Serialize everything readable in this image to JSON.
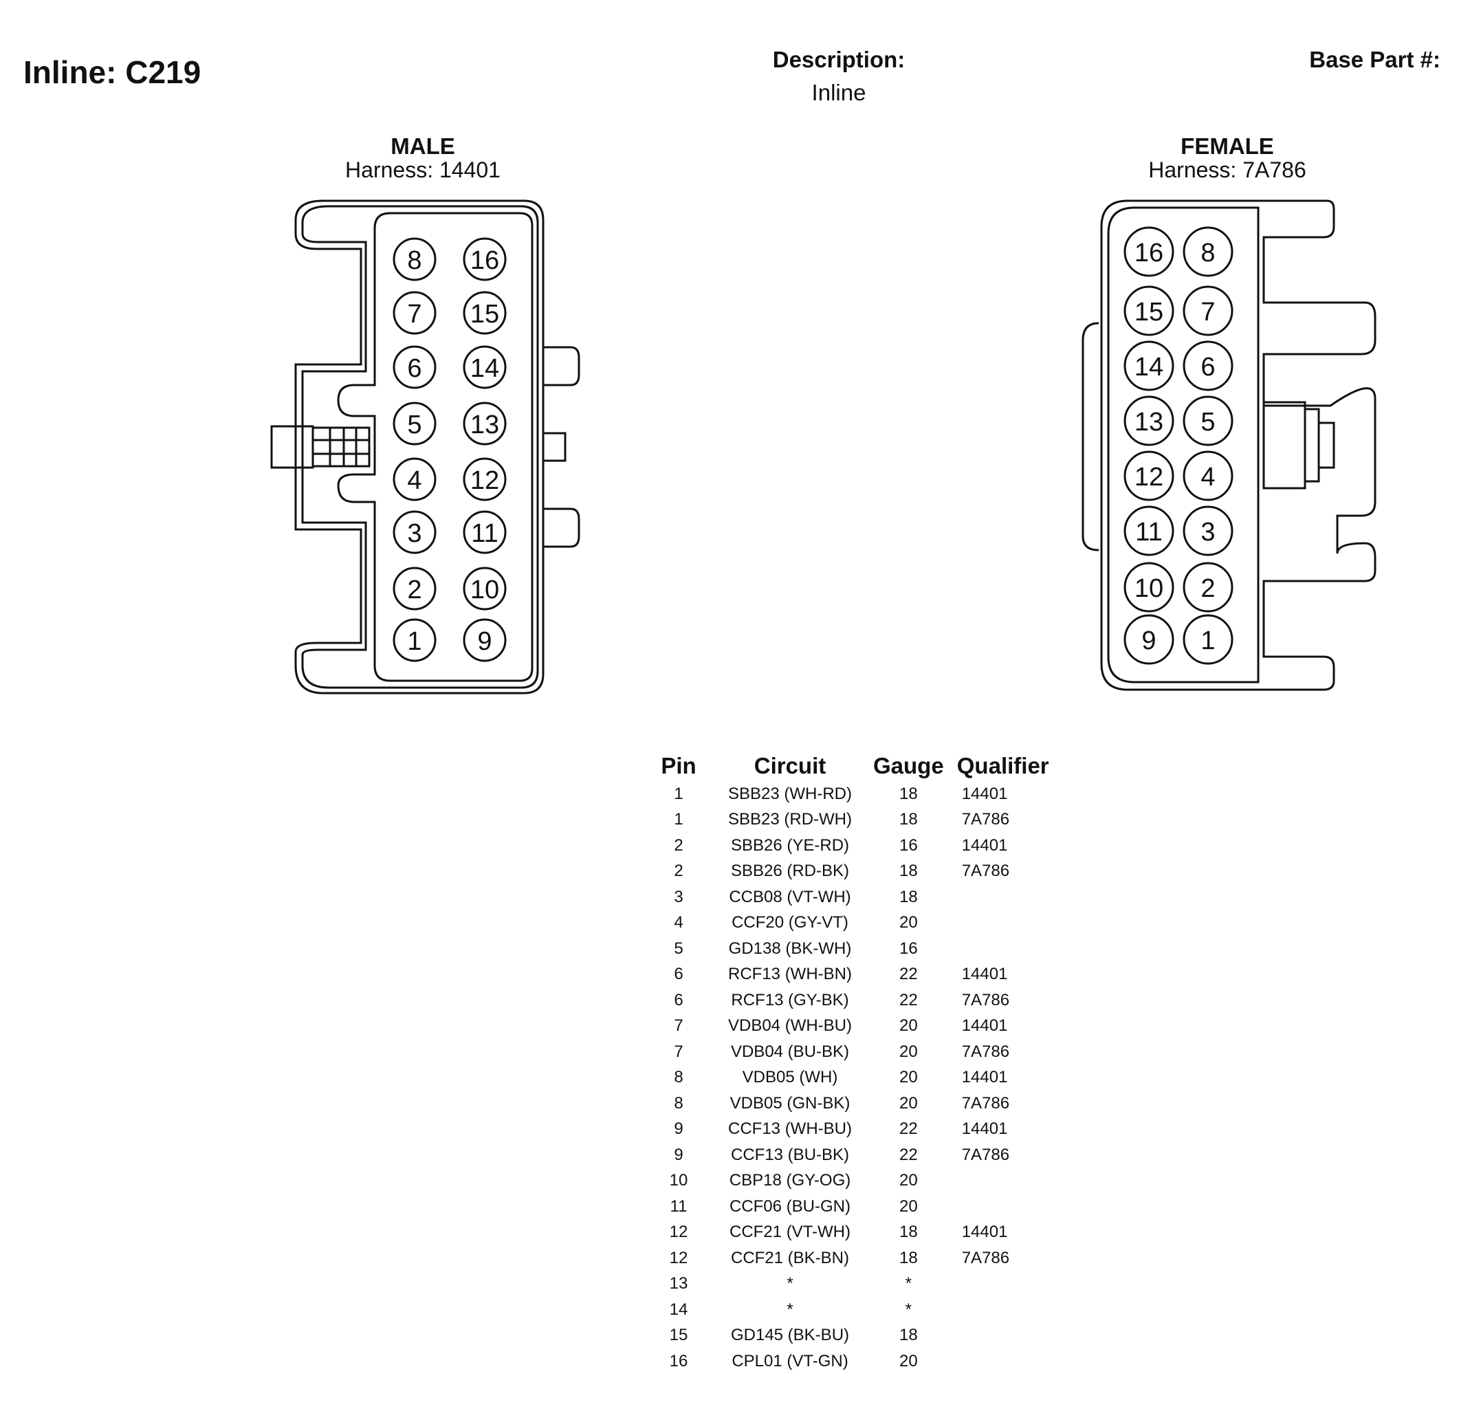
{
  "header": {
    "title": "Inline: C219",
    "description_label": "Description:",
    "description_value": "Inline",
    "base_part_label": "Base Part #:"
  },
  "male": {
    "title": "MALE",
    "harness": "Harness: 14401",
    "left_column": [
      "8",
      "7",
      "6",
      "5",
      "4",
      "3",
      "2",
      "1"
    ],
    "right_column": [
      "16",
      "15",
      "14",
      "13",
      "12",
      "11",
      "10",
      "9"
    ]
  },
  "female": {
    "title": "FEMALE",
    "harness": "Harness: 7A786",
    "left_column": [
      "16",
      "15",
      "14",
      "13",
      "12",
      "11",
      "10",
      "9"
    ],
    "right_column": [
      "8",
      "7",
      "6",
      "5",
      "4",
      "3",
      "2",
      "1"
    ]
  },
  "table": {
    "headers": {
      "pin": "Pin",
      "circuit": "Circuit",
      "gauge": "Gauge",
      "qualifier": "Qualifier"
    },
    "rows": [
      {
        "pin": "1",
        "circuit": "SBB23 (WH-RD)",
        "gauge": "18",
        "qualifier": "14401"
      },
      {
        "pin": "1",
        "circuit": "SBB23 (RD-WH)",
        "gauge": "18",
        "qualifier": "7A786"
      },
      {
        "pin": "2",
        "circuit": "SBB26 (YE-RD)",
        "gauge": "16",
        "qualifier": "14401"
      },
      {
        "pin": "2",
        "circuit": "SBB26 (RD-BK)",
        "gauge": "18",
        "qualifier": "7A786"
      },
      {
        "pin": "3",
        "circuit": "CCB08 (VT-WH)",
        "gauge": "18",
        "qualifier": ""
      },
      {
        "pin": "4",
        "circuit": "CCF20 (GY-VT)",
        "gauge": "20",
        "qualifier": ""
      },
      {
        "pin": "5",
        "circuit": "GD138 (BK-WH)",
        "gauge": "16",
        "qualifier": ""
      },
      {
        "pin": "6",
        "circuit": "RCF13 (WH-BN)",
        "gauge": "22",
        "qualifier": "14401"
      },
      {
        "pin": "6",
        "circuit": "RCF13 (GY-BK)",
        "gauge": "22",
        "qualifier": "7A786"
      },
      {
        "pin": "7",
        "circuit": "VDB04 (WH-BU)",
        "gauge": "20",
        "qualifier": "14401"
      },
      {
        "pin": "7",
        "circuit": "VDB04 (BU-BK)",
        "gauge": "20",
        "qualifier": "7A786"
      },
      {
        "pin": "8",
        "circuit": "VDB05 (WH)",
        "gauge": "20",
        "qualifier": "14401"
      },
      {
        "pin": "8",
        "circuit": "VDB05 (GN-BK)",
        "gauge": "20",
        "qualifier": "7A786"
      },
      {
        "pin": "9",
        "circuit": "CCF13 (WH-BU)",
        "gauge": "22",
        "qualifier": "14401"
      },
      {
        "pin": "9",
        "circuit": "CCF13 (BU-BK)",
        "gauge": "22",
        "qualifier": "7A786"
      },
      {
        "pin": "10",
        "circuit": "CBP18 (GY-OG)",
        "gauge": "20",
        "qualifier": ""
      },
      {
        "pin": "11",
        "circuit": "CCF06 (BU-GN)",
        "gauge": "20",
        "qualifier": ""
      },
      {
        "pin": "12",
        "circuit": "CCF21 (VT-WH)",
        "gauge": "18",
        "qualifier": "14401"
      },
      {
        "pin": "12",
        "circuit": "CCF21 (BK-BN)",
        "gauge": "18",
        "qualifier": "7A786"
      },
      {
        "pin": "13",
        "circuit": "*",
        "gauge": "*",
        "qualifier": ""
      },
      {
        "pin": "14",
        "circuit": "*",
        "gauge": "*",
        "qualifier": ""
      },
      {
        "pin": "15",
        "circuit": "GD145 (BK-BU)",
        "gauge": "18",
        "qualifier": ""
      },
      {
        "pin": "16",
        "circuit": "CPL01 (VT-GN)",
        "gauge": "20",
        "qualifier": ""
      }
    ]
  }
}
